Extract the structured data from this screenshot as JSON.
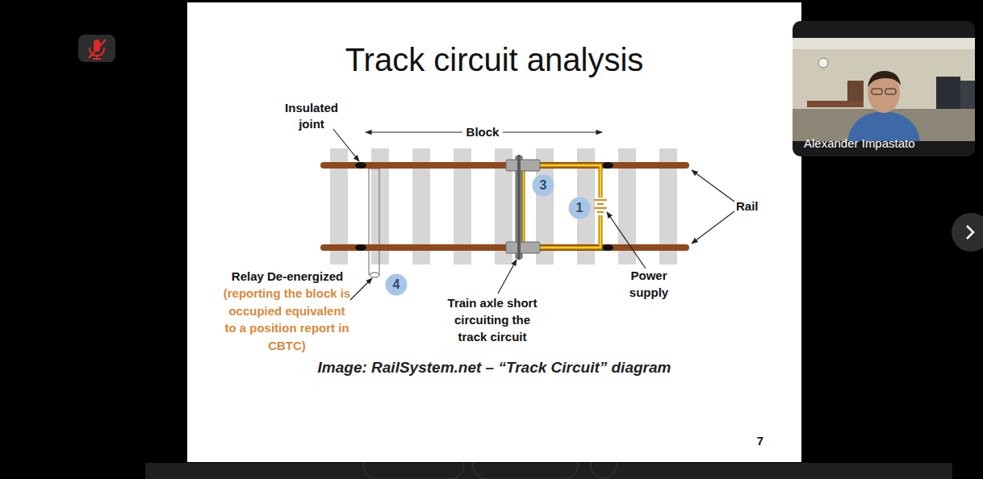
{
  "diagram": {
    "title": "Track circuit analysis",
    "caption": "Image: RailSystem.net – “Track Circuit” diagram",
    "nodes": [
      {
        "text": [
          "3"
        ]
      },
      {
        "text": [
          "1"
        ]
      },
      {
        "text": [
          "4"
        ]
      },
      {
        "text": [
          "Alexander Impastato"
        ]
      }
    ],
    "labels": [
      "Insulated joint",
      "Block",
      "Rail",
      "Power supply",
      "Relay De-energized",
      "(reporting the block is occupied equivalent to a position report in CBTC)",
      "Train axle short circuiting the track circuit",
      "7"
    ]
  }
}
